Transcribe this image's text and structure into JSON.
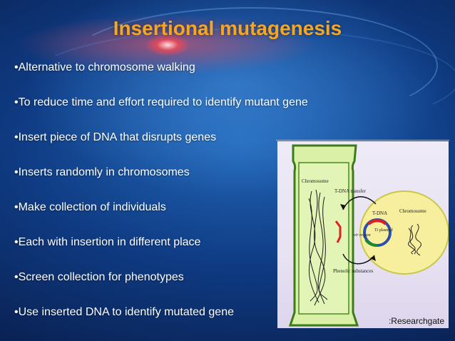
{
  "slide": {
    "title": "Insertional mutagenesis",
    "bullets": [
      "•Alternative to chromosome walking",
      "•To reduce time and effort required to identify mutant gene",
      "•Insert piece of DNA that disrupts genes",
      "•Inserts randomly in chromosomes",
      "•Make collection of individuals",
      "•Each with insertion in different place",
      "•Screen collection for phenotypes",
      "•Use inserted DNA to identify mutated gene"
    ]
  },
  "figure": {
    "labels": {
      "chromosome_plant": "Chromosome",
      "tdna_transfer": "T-DNA transfer",
      "tdna": "T-DNA",
      "chromosome_bacterium": "Chromosome",
      "ti_plasmid": "Ti plasmid",
      "vir_region": "vir region",
      "phenolic_substances": "Phenolic substances"
    },
    "credit": ":Researchgate"
  },
  "colors": {
    "title": "#f5a623",
    "plant_cell": "#d9f0a6",
    "bacterium": "#f7ef9e"
  }
}
